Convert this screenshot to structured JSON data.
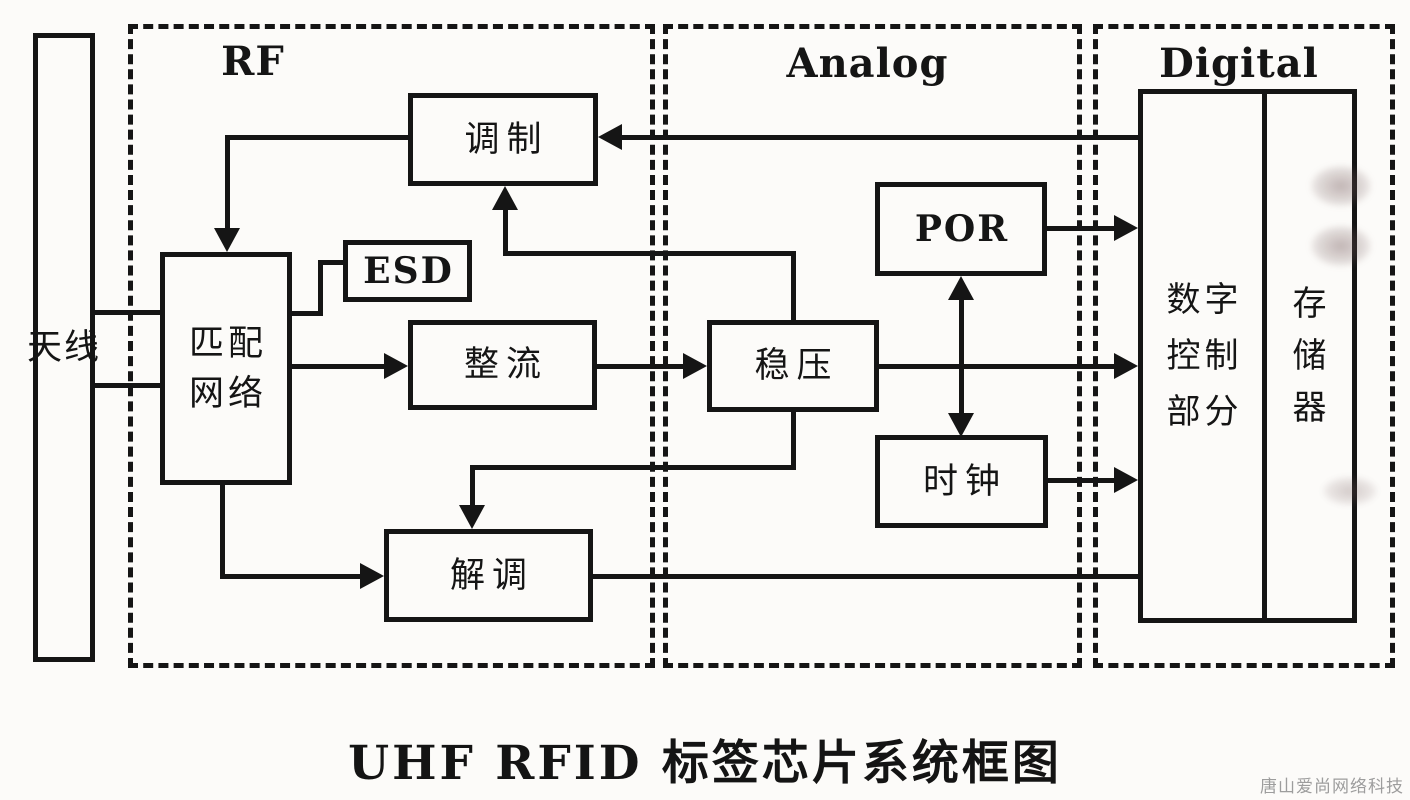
{
  "colors": {
    "ink": "#151515",
    "background": "#fcfbf9",
    "watermark_gray": "#9d9d9d"
  },
  "sections": {
    "rf": {
      "label": "RF"
    },
    "analog": {
      "label": "Analog"
    },
    "digital": {
      "label": "Digital"
    }
  },
  "blocks": {
    "antenna": {
      "label": "天线"
    },
    "modulator": {
      "label": "调制"
    },
    "esd": {
      "label": "ESD"
    },
    "matching_network": {
      "line1": "匹配",
      "line2": "网络"
    },
    "rectifier": {
      "label": "整流"
    },
    "regulator": {
      "label": "稳压"
    },
    "por": {
      "label": "POR"
    },
    "clock": {
      "label": "时钟"
    },
    "demodulator": {
      "label": "解调"
    },
    "digital_control": {
      "line1": "数字",
      "line2": "控制",
      "line3": "部分"
    },
    "memory": {
      "line1": "存",
      "line2": "储",
      "line3": "器"
    }
  },
  "caption": {
    "title": "UHF RFID 标签芯片系统框图"
  },
  "watermark": {
    "text": "唐山爱尚网络科技"
  }
}
